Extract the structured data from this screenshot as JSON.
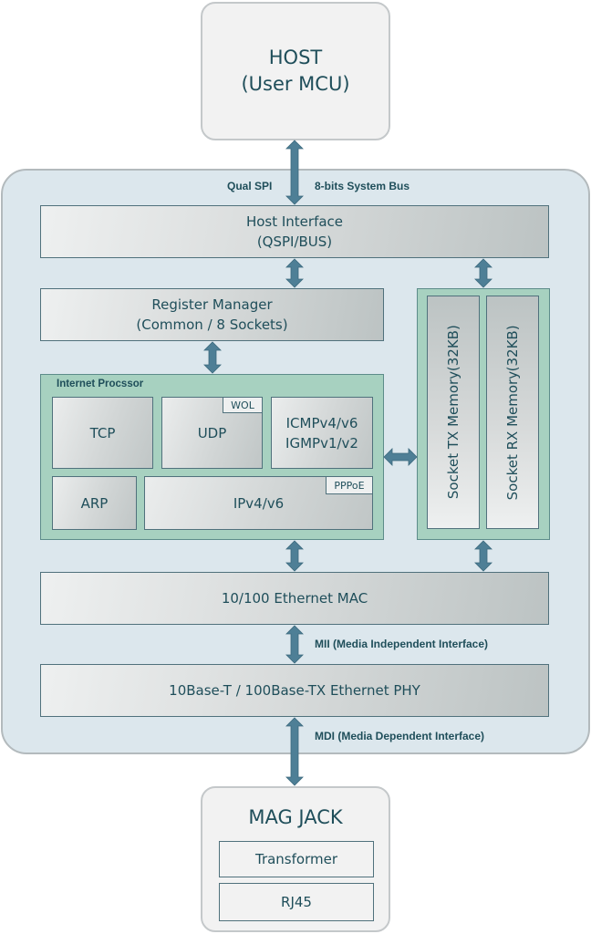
{
  "host": {
    "line1": "HOST",
    "line2": "(User MCU)"
  },
  "bus_labels": {
    "left": "Qual SPI",
    "right": "8-bits System Bus"
  },
  "host_interface": {
    "line1": "Host Interface",
    "line2": "(QSPI/BUS)"
  },
  "register_manager": {
    "line1": "Register Manager",
    "line2": "(Common / 8 Sockets)"
  },
  "internet_processor": {
    "title": "Internet Procssor",
    "tcp": "TCP",
    "udp": "UDP",
    "wol": "WOL",
    "icmp_line1": "ICMPv4/v6",
    "icmp_line2": "IGMPv1/v2",
    "arp": "ARP",
    "ip": "IPv4/v6",
    "pppoe": "PPPoE"
  },
  "socket_memory": {
    "tx_line1": "Socket TX Memory",
    "tx_line2": "(32KB)",
    "rx_line1": "Socket RX Memory",
    "rx_line2": "(32KB)"
  },
  "mac": {
    "label": "10/100 Ethernet MAC"
  },
  "mii_label": "MII (Media Independent Interface)",
  "phy": {
    "label": "10Base-T / 100Base-TX Ethernet PHY"
  },
  "mdi_label": "MDI (Media Dependent Interface)",
  "mag_jack": {
    "title": "MAG JACK",
    "transformer": "Transformer",
    "rj45": "RJ45"
  },
  "colors": {
    "arrow": "#4e7f96",
    "text": "#1f4e5a",
    "chip_bg": "#dce7ed",
    "green": "#a7d1c0"
  }
}
